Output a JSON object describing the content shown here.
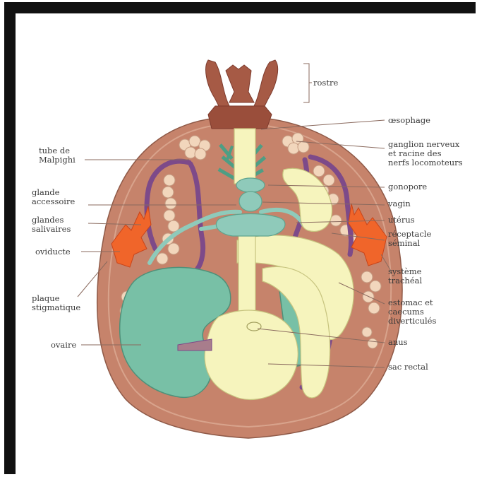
{
  "labels": {
    "rostre": "rostre",
    "oesophage": "œsophage",
    "ganglion_1": "ganglion nerveux",
    "ganglion_2": "et racine des",
    "ganglion_3": "nerfs locomoteurs",
    "tube_1": "tube de",
    "tube_2": "Malpighi",
    "gonopore": "gonopore",
    "glande_acc_1": "glande",
    "glande_acc_2": "accessoire",
    "vagin": "vagin",
    "glandes_sal_1": "glandes",
    "glandes_sal_2": "salivaires",
    "uterus": "utérus",
    "receptacle_1": "réceptacle",
    "receptacle_2": "séminal",
    "oviducte": "oviducte",
    "tracheal_1": "système",
    "tracheal_2": "trachéal",
    "plaque_1": "plaque",
    "plaque_2": "stigmatique",
    "estomac_1": "estomac et",
    "estomac_2": "caecums",
    "estomac_3": "diverticulés",
    "ovaire": "ovaire",
    "anus": "anus",
    "sac_rectal": "sac rectal"
  },
  "colors": {
    "body": "#c6836b",
    "rostrum": "#a65a45",
    "gland_yellow": "#f6f4bd",
    "ovary_green": "#78c0a6",
    "oviduct_teal": "#8fcaba",
    "malpighi_purple": "#7d4a89",
    "trachea_orange": "#f0652a",
    "fat_bodies": "#f2d6bc"
  }
}
